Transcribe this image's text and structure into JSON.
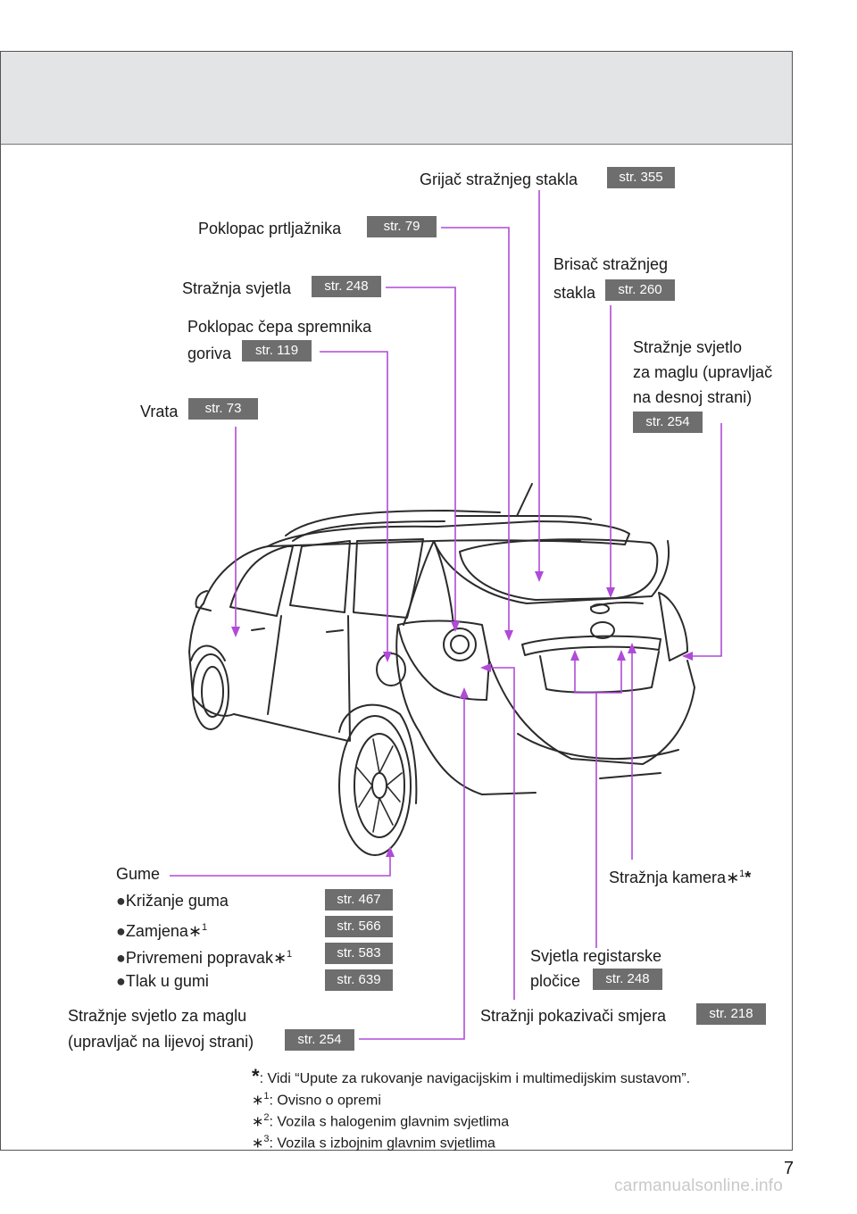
{
  "labels": {
    "rear_window_heater": "Grijač stražnjeg stakla",
    "trunk_lid": "Poklopac prtljažnika",
    "tail_lights": "Stražnja svjetla",
    "rear_wiper_line1": "Brisač stražnjeg",
    "rear_wiper_line2": "stakla",
    "fuel_cap_line1": "Poklopac čepa spremnika",
    "fuel_cap_line2": "goriva",
    "rear_fog_right_line1": "Stražnje svjetlo",
    "rear_fog_right_line2": "za maglu (upravljač",
    "rear_fog_right_line3": "na desnoj strani)",
    "doors": "Vrata",
    "tires": "Gume",
    "tire_rotation": "Križanje guma",
    "tire_replacement": "Zamjena",
    "temp_repair": "Privremeni popravak",
    "tire_pressure": "Tlak u gumi",
    "rear_camera": "Stražnja kamera",
    "plate_lights_line1": "Svjetla registarske",
    "plate_lights_line2": "pločice",
    "rear_fog_left_line1": "Stražnje svjetlo za maglu",
    "rear_fog_left_line2": "(upravljač na lijevoj strani)",
    "rear_turn_signals": "Stražnji pokazivači smjera"
  },
  "refs": {
    "rear_window_heater": "str. 355",
    "trunk_lid": "str. 79",
    "tail_lights": "str. 248",
    "rear_wiper": "str. 260",
    "fuel_cap": "str. 119",
    "rear_fog_right": "str. 254",
    "doors": "str. 73",
    "tire_rotation": "str. 467",
    "tire_replacement": "str. 566",
    "temp_repair": "str. 583",
    "tire_pressure": "str. 639",
    "plate_lights": "str. 248",
    "rear_fog_left": "str. 254",
    "rear_turn_signals": "str. 218"
  },
  "marks": {
    "asterisk": "∗",
    "bullet": "●",
    "one": "1",
    "two": "2",
    "three": "3",
    "star": "*"
  },
  "footnotes": {
    "star": ": Vidi “Upute za rukovanje navigacijskim i multimedijskim sustavom”.",
    "note1": ": Ovisno o opremi",
    "note2": ": Vozila s halogenim glavnim svjetlima",
    "note3": ": Vozila s izbojnim glavnim svjetlima"
  },
  "page_number": "7",
  "watermark": "carmanualsonline.info",
  "colors": {
    "leader": "#b04ad9",
    "ref_bg": "#6e6e6e",
    "header_band": "#e3e4e5"
  }
}
